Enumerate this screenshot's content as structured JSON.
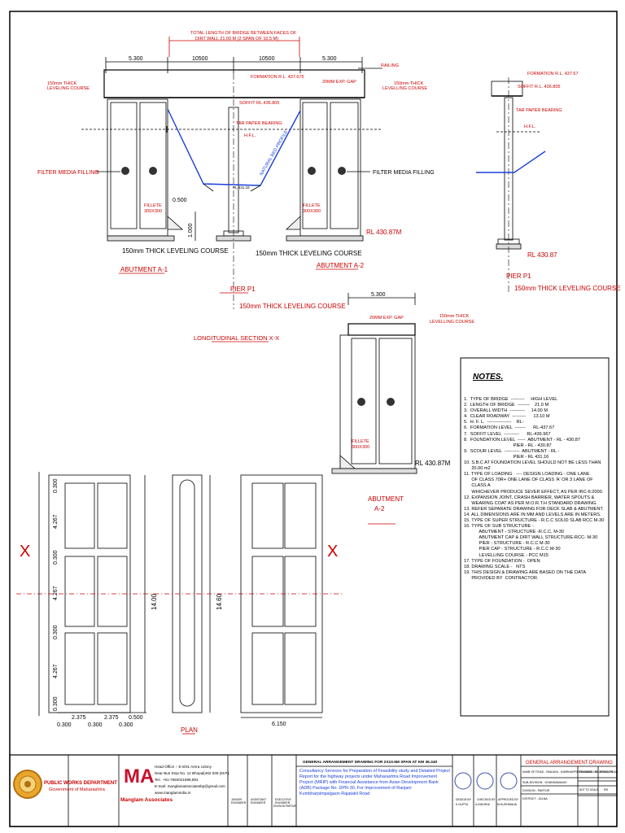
{
  "top_note": [
    "TOTAL LENGTH OF BRIDGE BETWEEN FACES OF",
    "DIRT WALL 21.00 M (2 SPAN OF 10.5 M)"
  ],
  "dims_top": [
    "5.300",
    "10500",
    "10500",
    "5.300"
  ],
  "labels": {
    "railing": "RAILING",
    "formation_rl": "FORMATION R.L. 437.675",
    "exp_gap": "20MM EXP. GAP",
    "levelling_left": [
      "150mm THICK",
      "LEVELING COURSE"
    ],
    "levelling_right": [
      "150mm THICK",
      "LEVELLING COURSE"
    ],
    "soffit": "SOFFIT RL.436.805",
    "tar_paper": "TAR PAPER BEARING",
    "hfl": "H.F.L.",
    "natural_bed": "NATURAL BED PROFILE",
    "filter_left": "FILTER MEDIA FILLING",
    "filter_right": "FILTER MEDIA FILLING",
    "fillete": [
      "FILLETE",
      "300X300"
    ],
    "dim_0500": "0.500",
    "dim_1000": "1.000",
    "rl_center": "RL 431.16",
    "rl_abutment": "RL 430.87M",
    "lev_course_left": "150mm THICK LEVELING COURSE",
    "lev_course_mid": "150mm THICK LEVELING COURSE",
    "abutment_a1": "ABUTMENT A-1",
    "abutment_a2": "ABUTMENT A-2",
    "pier_p1": "PIER P1",
    "lev_course_pier": "150mm THICK LEVELING COURSE",
    "long_section": "LONGITUDINAL SECTION X-X"
  },
  "pier_detail": {
    "formation": "FORMATION R.L. 437.67",
    "soffit": "SOFFIT R.L. 436.805",
    "tar_paper": "TAR PAPER BEARING",
    "hfl": "H.F.L.",
    "rl": "RL 430.87",
    "pier": "PIER P1",
    "lev": "150mm THICK LEVELING COURSE"
  },
  "abut_detail": {
    "dim": "5.300",
    "exp_gap": "20MM EXP. GAP",
    "lev": [
      "150mm THICK",
      "LEVELLING COURSE"
    ],
    "fillete": [
      "FILLETE",
      "300X300"
    ],
    "rl": "RL 430.87M",
    "title": [
      "ABUTMENT",
      "A-2"
    ]
  },
  "plan": {
    "title": "PLAN",
    "x_marker": "X",
    "v_dims": [
      "0.300",
      "4.267",
      "0.300",
      "4.267",
      "0.300",
      "4.267",
      "0.300"
    ],
    "total_14": "14.00",
    "total_1460": "14.60",
    "h_dims": [
      "2.375",
      "2.375",
      "0.500"
    ],
    "h_dims2": [
      "0.300",
      "0.300",
      "0.300"
    ],
    "right_dim": "6.150"
  },
  "notes": {
    "title": "NOTES.",
    "items": [
      "1.  TYPE OF BRIDGE  ---------     HIGH LEVEL",
      "2.  LENGTH OF BRIDGE  --------    21.0 M",
      "3.  OVERALL WIDTH  ----------     14.00 M",
      "4.  CLEAR ROADWAY  ---------      13.10 M",
      "5.  H. F. L.  ----------------    RL-",
      "6.  FORMATION LEVEL  -------      RL-437.67",
      "7.  SOFFIT LEVEL  ----------      RL-436.967",
      "8.  FOUNDATION LEVEL  -----  ABUTMENT - RL - 430.87",
      "                                       PIER - RL - 430.87",
      "9.  SCOUR LEVEL  ----------  ABUTMENT - RL -",
      "                                       PIER - RL 431.16",
      "10. S.B.C AT FOUNDATION LEVEL SHOULD NOT BE LESS THAN",
      "      20.00 m2",
      "11. TYPE OF LOADING   ---- DESIGN LOADING - ONE LANE",
      "      OF CLASS 70R+ ONE LANE OF CLASS 'A' OR 3 LANE OF",
      "      CLASS A",
      "      WHICHEVER PRODUCE SEVER EFFECT, AS PER IRC-6:2000.",
      "12. EXPANSION JOINT, CRASH BARRIER, WATER SPOUTS &",
      "      WEARING COAT AS PER M.O.R.T.H STANDARD DRAWING.",
      "13. REFER SEPARATE DRAWING FOR DECK SLAB & ABUTMENT.",
      "14. ALL DIMENSIONS ARE IN MM AND LEVELS ARE IN METERS.",
      "15. TYPE OF SUPER STRUCTURE - R.C.C SOLID SLAB RCC M-30",
      "16. TYPE OF SUB STRUCTURE -",
      "            ABUTMENT - STRUCTURE -R.C.C, M-30",
      "            ABUTMENT CAP & DIRT WALL STRUCTURE-RCC- M-30",
      "            PIER - STRUCTURE - R.C.C M-30",
      "            PIER CAP - STRUCTURE - R.C.C M-30",
      "            LEVELLING COURSE - PCC M15",
      "17. TYPE OF FOUNDATION -  OPEN",
      "18. DRAWING SCALE -   NTS",
      "19. THIS DESIGN & DRAWING ARE BASED ON THE DATA",
      "      PROVIDED BY  CONTRACTOR."
    ]
  },
  "title_block": {
    "dept": [
      "PUBLIC WORKS DEPARTMENT",
      "Government of Maharashtra"
    ],
    "firm": "Manglam Associates",
    "firm_mark": "MA",
    "address": [
      "Head Office :- E-8/31 Arera colony",
      "Near Bus Stop No. 12 Bhopal(462 039 (M.P.)",
      "Tel.: +91-7694021898,892",
      "E-mail: manglamassociatesbp@gmail.com",
      "www.manglamindia.in"
    ],
    "sig1": [
      "JUNIOR",
      "ENGINEER"
    ],
    "sig2": [
      "ASSISTANT",
      "ENGINEER"
    ],
    "sig3": [
      "EXECUTIVE",
      "ENGINEER",
      "DIVISION PARTUR"
    ],
    "drawing_title": "GENERAL ARRANGEMENT DRAWING FOR 2X10.5M SPAN AT KM 36.340",
    "project_desc": "Consultancy Services for Preparation of Feasibility study and  Detailed Project Report for the highway projects under  Maharashtra Road Improvement Project (MRIP) with Financial Assistance from Asian Development Bank (ADB) Package No. DPR-30, For Improvement of Ranjani Kumbharpimpalgaon Rajatakli Road",
    "design_by": [
      "DESIGN BY",
      "K.GUPTA"
    ],
    "checked_by": [
      "CHECKED BY",
      "A.INDORIA"
    ],
    "approved_by": [
      "APPROVED BY",
      "M.KUSHWAHA"
    ],
    "ga_heading": "GENERAL ARRANGEMENT DRAWING",
    "name_of_road": "NAME OF ROAD  -  RANJANI - KUMBHARPIMPALGAON - RAJATAKLI ROAD",
    "sub_division": "SUB-DIVISION : GHANSAWANGI",
    "division": "DIVISION : PARTUR",
    "district": "DISTRICT : JALNA",
    "drawing_no": "DRAWING NO",
    "revision": "REVISION",
    "rev_val": "R0",
    "scale": "NOT TO SCALE"
  }
}
